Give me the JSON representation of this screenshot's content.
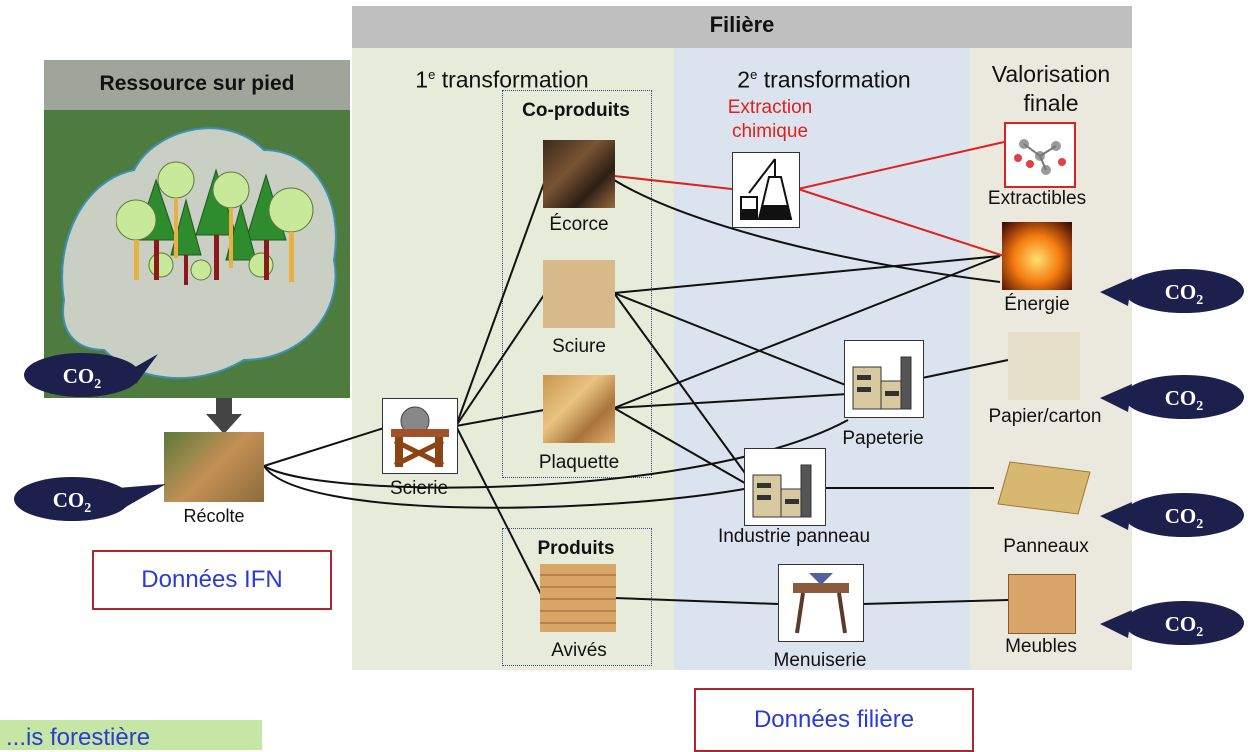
{
  "header": {
    "title": "Filière"
  },
  "ressource": {
    "title": "Ressource sur pied"
  },
  "columns": {
    "first": "1e transformation",
    "first_base": "1",
    "first_sup": "e",
    "first_rest": " transformation",
    "second_base": "2",
    "second_sup": "e",
    "second_rest": " transformation",
    "final_line1": "Valorisation",
    "final_line2": "finale"
  },
  "groups": {
    "coproduits": "Co-produits",
    "produits": "Produits"
  },
  "nodes": {
    "recolte": "Récolte",
    "scierie": "Scierie",
    "ecorce": "Écorce",
    "sciure": "Sciure",
    "plaquette": "Plaquette",
    "avives": "Avivés",
    "extraction_line1": "Extraction",
    "extraction_line2": "chimique",
    "papeterie": "Papeterie",
    "industrie_panneau": "Industrie panneau",
    "menuiserie": "Menuiserie",
    "extractibles": "Extractibles",
    "energie": "Énergie",
    "papier_carton": "Papier/carton",
    "panneaux": "Panneaux",
    "meubles": "Meubles"
  },
  "co2": {
    "base": "CO",
    "sub": "2"
  },
  "sources": {
    "ifn": "Données IFN",
    "filiere": "Données filière"
  },
  "partial_label": "...is forestière",
  "colors": {
    "header_bar": "#bfbfbf",
    "col1_bg": "#e7ecda",
    "col2_bg": "#dbe3ef",
    "col3_bg": "#ebe9dd",
    "bubble": "#1d1f4c",
    "red_link": "#e0201e",
    "source_text": "#2b3bd6",
    "source_border": "#b1262c",
    "green_box": "#c6e6a6"
  }
}
